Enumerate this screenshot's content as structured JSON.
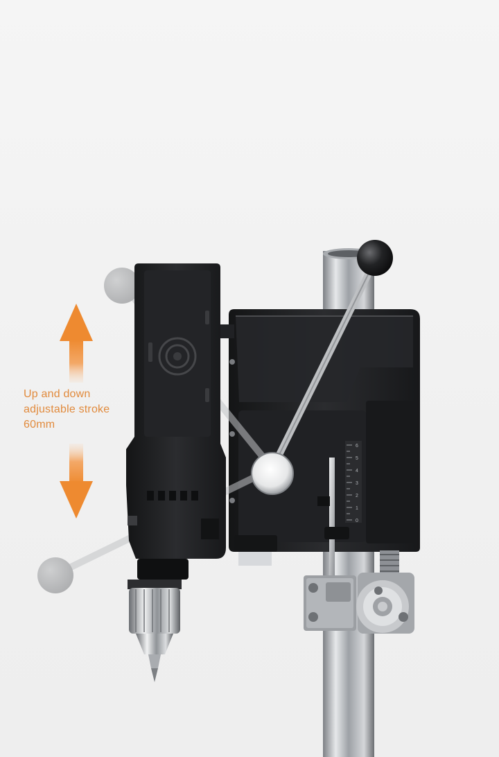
{
  "annotation": {
    "lines": [
      "Up and down",
      "adjustable stroke",
      "60mm"
    ],
    "accent_color": "#e8893a"
  },
  "scale": {
    "labels": [
      "6",
      "5",
      "4",
      "3",
      "2",
      "1",
      "0"
    ]
  },
  "colors": {
    "body_dark": "#1d1e20",
    "body_mid": "#2a2b2e",
    "steel": "#c9ccd0",
    "background": "#f2f2f2"
  }
}
